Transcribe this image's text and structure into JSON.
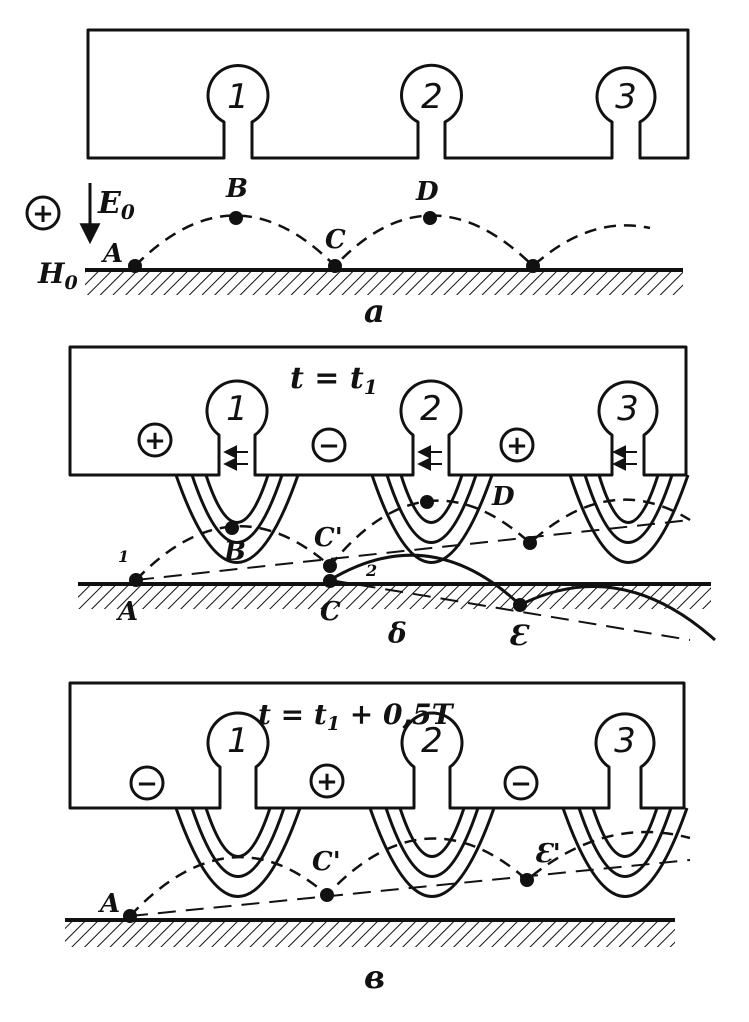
{
  "panel_a": {
    "slot_labels": [
      "1",
      "2",
      "3"
    ],
    "charge_sign": "+",
    "field_label": "E",
    "field_subscript": "0",
    "magnetic_label": "H",
    "magnetic_subscript": "0",
    "points": {
      "A": "A",
      "B": "B",
      "C": "C",
      "D": "D"
    },
    "caption": "a"
  },
  "panel_b": {
    "time_label": "t = t",
    "time_subscript": "1",
    "slot_labels": [
      "1",
      "2",
      "3"
    ],
    "pole_signs": [
      "+",
      "−",
      "+"
    ],
    "points": {
      "A": "A",
      "B": "B",
      "C": "C",
      "C_prime": "C'",
      "D": "D",
      "E": "Ɛ",
      "delta": "δ"
    },
    "traj_labels": [
      "1",
      "2"
    ]
  },
  "panel_c": {
    "time_label": "t = t",
    "time_subscript": "1",
    "time_suffix": " + 0,5T",
    "slot_labels": [
      "1",
      "2",
      "3"
    ],
    "pole_signs": [
      "−",
      "+",
      "−"
    ],
    "points": {
      "A": "A",
      "C_prime": "C'",
      "E_prime": "Ɛ'"
    },
    "caption": "в"
  }
}
